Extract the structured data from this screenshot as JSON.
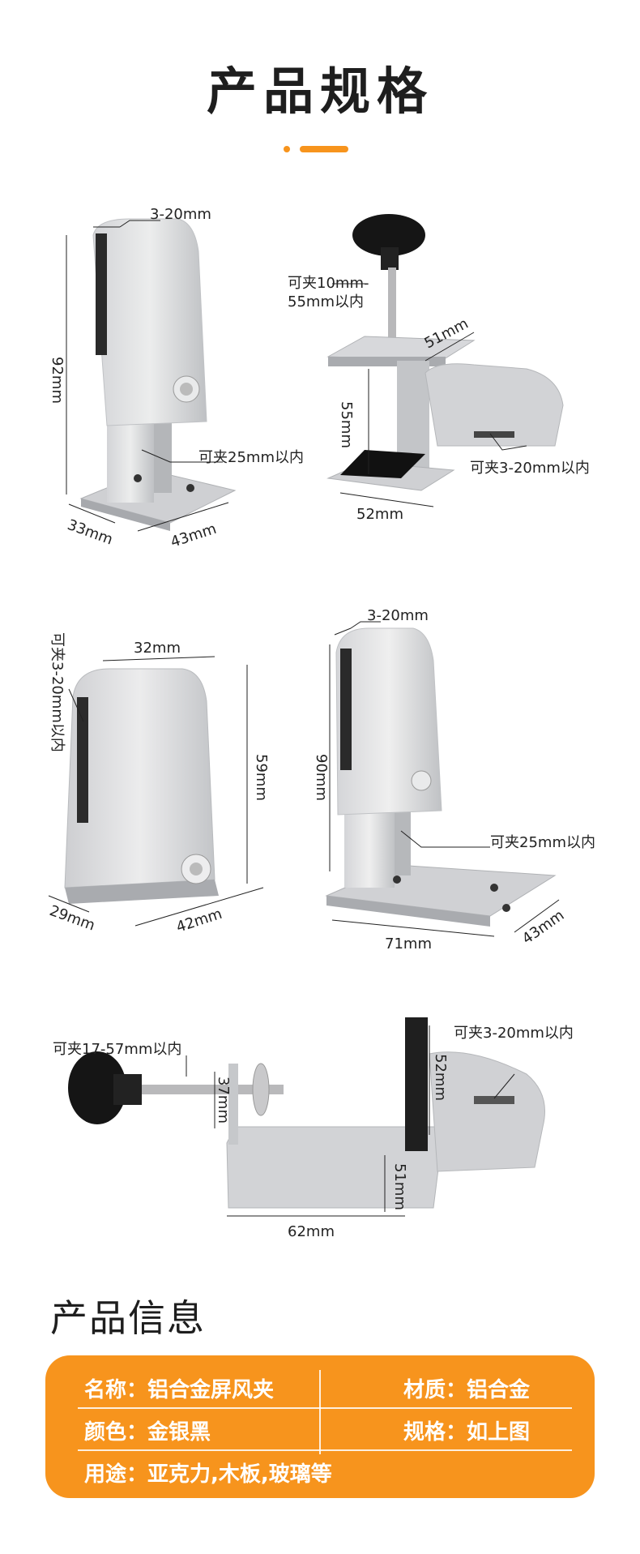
{
  "page": {
    "title": "产品规格"
  },
  "colors": {
    "accent": "#F7941D",
    "card_bg": "#F7941D",
    "title": "#1e1e1e",
    "metal_light": "#e3e4e6",
    "metal_mid": "#c9cacd",
    "metal_dark": "#a4a6aa",
    "knob": "#151515"
  },
  "diagrams": {
    "d1": {
      "gap": "3-20mm",
      "height": "92mm",
      "clamp": "可夹25mm以内",
      "depth": "33mm",
      "width": "43mm"
    },
    "d2": {
      "clamp_range": "可夹10mm-55mm以内",
      "top": "51mm",
      "height": "55mm",
      "clamp": "可夹3-20mm以内",
      "width": "52mm"
    },
    "d3": {
      "clamp": "可夹3-20mm以内",
      "top": "32mm",
      "height": "59mm",
      "depth": "29mm",
      "width": "42mm"
    },
    "d4": {
      "gap": "3-20mm",
      "height": "90mm",
      "clamp": "可夹25mm以内",
      "length": "71mm",
      "width": "43mm"
    },
    "d5": {
      "clamp_range": "可夹17-57mm以内",
      "jaw": "37mm",
      "clamp": "可夹3-20mm以内",
      "head": "52mm",
      "depth": "51mm",
      "length": "62mm"
    }
  },
  "info": {
    "title": "产品信息",
    "rows": [
      {
        "left": "名称：铝合金屏风夹",
        "right": "材质：铝合金"
      },
      {
        "left": "颜色：金银黑",
        "right": "规格：如上图"
      },
      {
        "left": "用途：亚克力,木板,玻璃等",
        "right": ""
      }
    ]
  }
}
